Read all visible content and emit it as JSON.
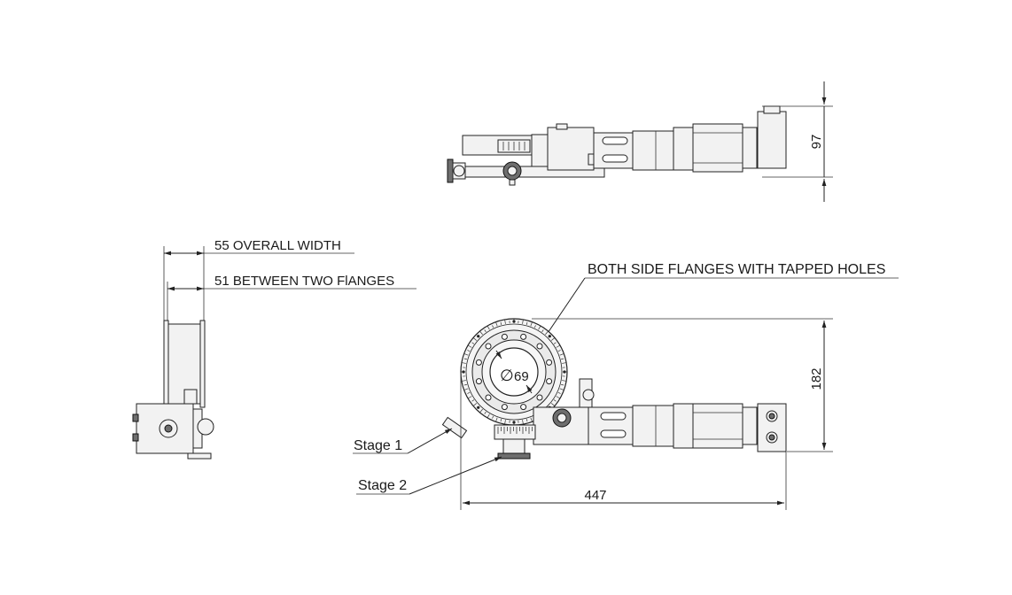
{
  "labels": {
    "overall_width": "55 OVERALL WIDTH",
    "between_flanges": "51 BETWEEN TWO FlANGES",
    "tapped_holes": "BOTH SIDE FLANGES WITH TAPPED HOLES",
    "height_top": "97",
    "height_front": "182",
    "length": "447",
    "diameter": "69",
    "stage1": "Stage 1",
    "stage2": "Stage 2"
  },
  "colors": {
    "line": "#222222",
    "fill": "#f2f2f2",
    "shade": "#6e6e6e"
  }
}
